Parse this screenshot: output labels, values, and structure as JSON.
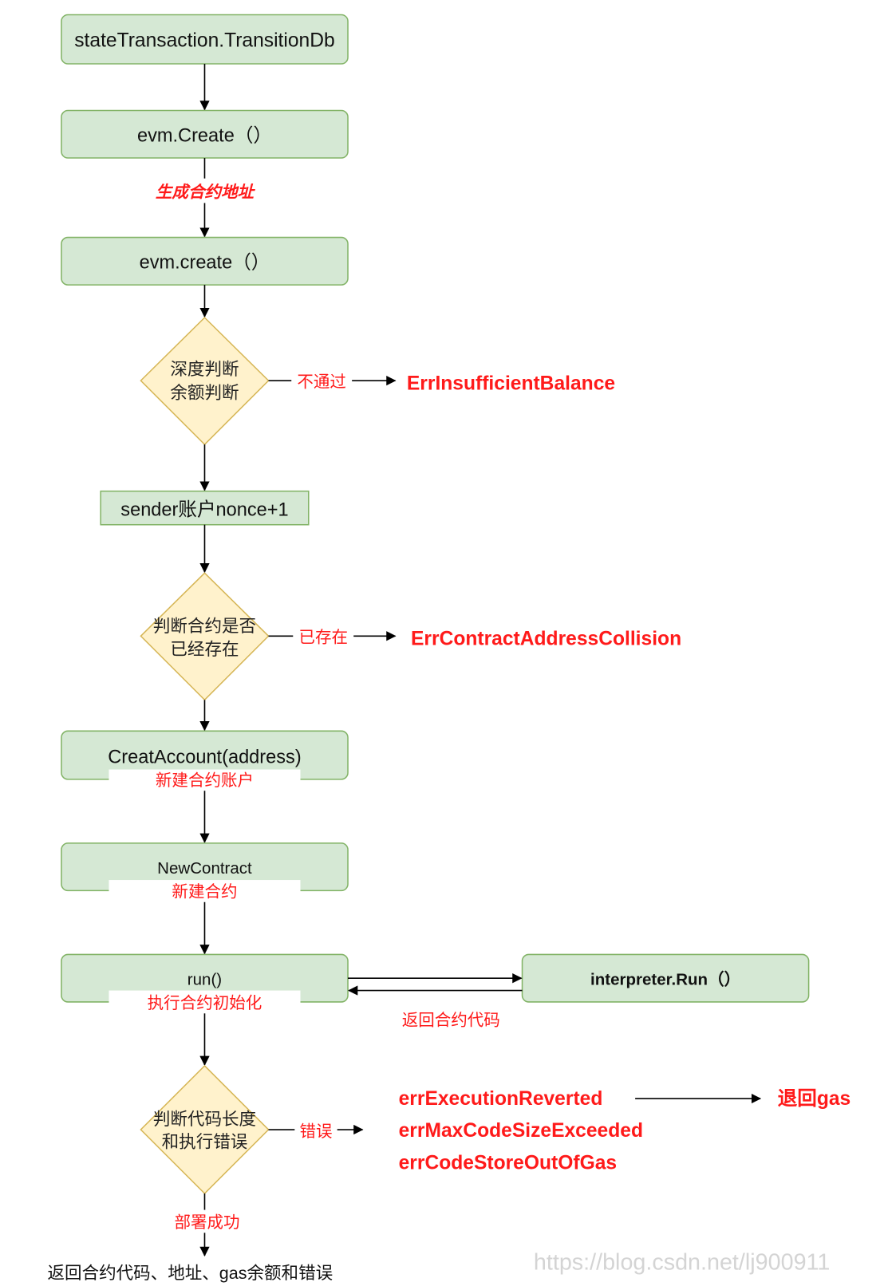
{
  "nodes": {
    "transition_db": "stateTransaction.TransitionDb",
    "evm_create_upper": "evm.Create（）",
    "evm_create_lower": "evm.create（）",
    "check_depth_balance": [
      "深度判断",
      "余额判断"
    ],
    "sender_nonce": "sender账户nonce+1",
    "check_contract_exists": [
      "判断合约是否",
      "已经存在"
    ],
    "create_account": "CreatAccount(address)",
    "new_contract": "NewContract",
    "run": "run()",
    "interpreter_run": "interpreter.Run（）",
    "check_code_errors": [
      "判断代码长度",
      "和执行错误"
    ]
  },
  "labels": {
    "generate_address": "生成合约地址",
    "not_passed": "不通过",
    "already_exists": "已存在",
    "new_contract_account": "新建合约账户",
    "new_contract": "新建合约",
    "run_init": "执行合约初始化",
    "return_code": "返回合约代码",
    "error": "错误",
    "deploy_success": "部署成功"
  },
  "errors": {
    "insufficient_balance": "ErrInsufficientBalance",
    "address_collision": "ErrContractAddressCollision",
    "execution_reverted": "errExecutionReverted",
    "max_code_size": "errMaxCodeSizeExceeded",
    "code_store_out_of_gas": "errCodeStoreOutOfGas",
    "refund_gas": "退回gas"
  },
  "result": "返回合约代码、地址、gas余额和错误",
  "watermark": "https://blog.csdn.net/lj900911",
  "colors": {
    "process_fill": "#d5e8d4",
    "process_stroke": "#82b366",
    "decision_fill": "#fff2cc",
    "decision_stroke": "#d6b656",
    "error_red": "#ff1a1a"
  }
}
